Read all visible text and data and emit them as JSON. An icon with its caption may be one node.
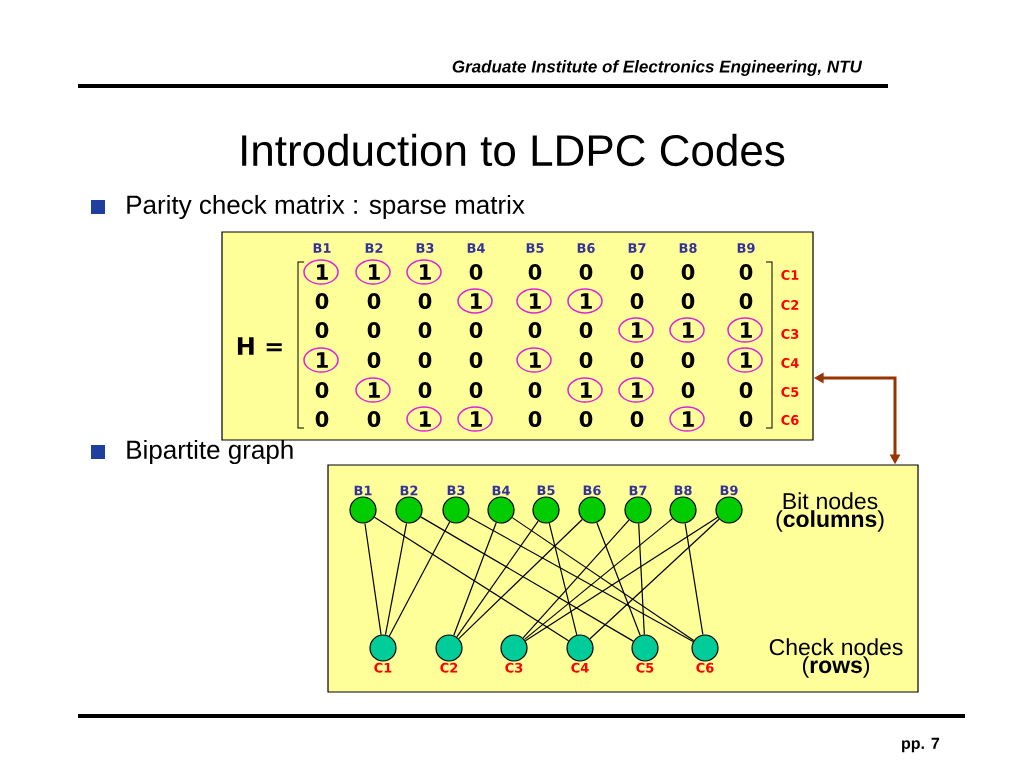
{
  "diagram": {
    "title": "Introduction to LDPC Codes",
    "nodes": [
      {
        "text": [
          "B1",
          "B2",
          "B3",
          "B4",
          "B5",
          "B6",
          "B7",
          "B8",
          "B9",
          "H =",
          "1",
          "1",
          "1",
          "0",
          "0",
          "0",
          "0",
          "0",
          "0",
          "C1",
          "0",
          "0",
          "0",
          "1",
          "1",
          "1",
          "0",
          "0",
          "0",
          "C2",
          "0",
          "0",
          "0",
          "0",
          "0",
          "0",
          "1",
          "1",
          "1",
          "C3",
          "1",
          "0",
          "0",
          "0",
          "1",
          "0",
          "0",
          "0",
          "1",
          "C4",
          "0",
          "1",
          "0",
          "0",
          "0",
          "1",
          "1",
          "0",
          "0",
          "C5",
          "0",
          "0",
          "1",
          "1",
          "0",
          "0",
          "0",
          "1",
          "0",
          "C6"
        ]
      },
      {
        "text": [
          "Bit nodes (**columns**)",
          "Check nodes (**rows**)"
        ]
      },
      {
        "text": [
          "B1"
        ],
        "in": 1
      },
      {
        "text": [
          "B2"
        ],
        "in": 1
      },
      {
        "text": [
          "B3"
        ],
        "in": 1
      },
      {
        "text": [
          "B4"
        ],
        "in": 1
      },
      {
        "text": [
          "B5"
        ],
        "in": 1
      },
      {
        "text": [
          "B6"
        ],
        "in": 1
      },
      {
        "text": [
          "B7"
        ],
        "in": 1
      },
      {
        "text": [
          "B8"
        ],
        "in": 1
      },
      {
        "text": [
          "B9"
        ],
        "in": 1
      },
      {
        "text": [
          "C1"
        ],
        "in": 1
      },
      {
        "text": [
          "C2"
        ],
        "in": 1
      },
      {
        "text": [
          "C3"
        ],
        "in": 1
      },
      {
        "text": [
          "C4"
        ],
        "in": 1
      },
      {
        "text": [
          "C5"
        ],
        "in": 1
      },
      {
        "text": [
          "C6"
        ],
        "in": 1
      }
    ],
    "edges": [
      {
        "from": 0,
        "to": 1,
        "arrow": "both",
        "style": "thick",
        "color": "#993300"
      },
      {
        "from": 2,
        "to": 11,
        "arrow": "none"
      },
      {
        "from": 3,
        "to": 11,
        "arrow": "none"
      },
      {
        "from": 4,
        "to": 11,
        "arrow": "none"
      },
      {
        "from": 5,
        "to": 12,
        "arrow": "none"
      },
      {
        "from": 6,
        "to": 12,
        "arrow": "none"
      },
      {
        "from": 7,
        "to": 12,
        "arrow": "none"
      },
      {
        "from": 8,
        "to": 13,
        "arrow": "none"
      },
      {
        "from": 9,
        "to": 13,
        "arrow": "none"
      },
      {
        "from": 10,
        "to": 13,
        "arrow": "none"
      },
      {
        "from": 2,
        "to": 14,
        "arrow": "none"
      },
      {
        "from": 6,
        "to": 14,
        "arrow": "none"
      },
      {
        "from": 10,
        "to": 14,
        "arrow": "none"
      },
      {
        "from": 3,
        "to": 15,
        "arrow": "none"
      },
      {
        "from": 7,
        "to": 15,
        "arrow": "none"
      },
      {
        "from": 8,
        "to": 15,
        "arrow": "none"
      },
      {
        "from": 4,
        "to": 16,
        "arrow": "none"
      },
      {
        "from": 5,
        "to": 16,
        "arrow": "none"
      },
      {
        "from": 9,
        "to": 16,
        "arrow": "none"
      }
    ],
    "labels": [
      "Graduate Institute of Electronics Engineering, NTU",
      "Parity check matrix : sparse matrix",
      "Bipartite graph",
      "pp. 7"
    ]
  }
}
